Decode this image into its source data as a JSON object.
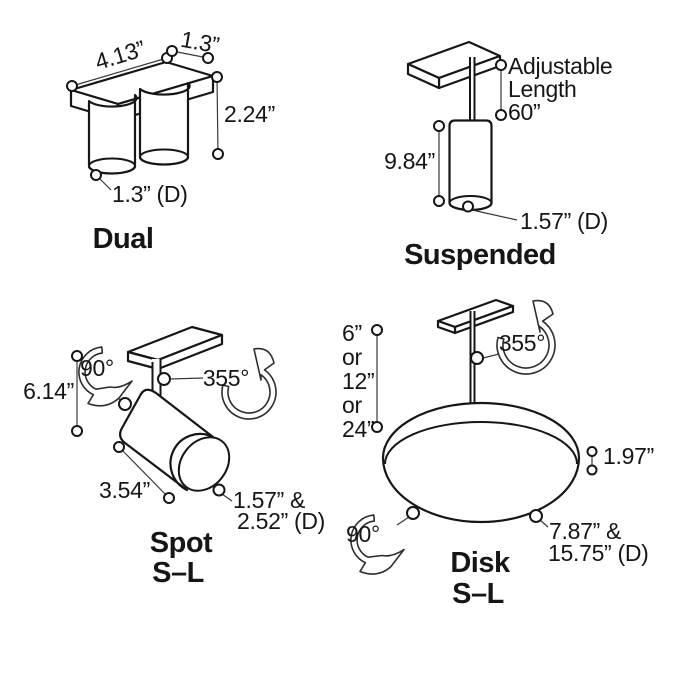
{
  "canvas": {
    "background": "#ffffff",
    "line_color": "#161616"
  },
  "diagrams": {
    "dual": {
      "title": "Dual",
      "dim_width": "4.13”",
      "dim_depth": "1.3”",
      "dim_height": "2.24”",
      "dim_diameter": "1.3” (D)"
    },
    "suspended": {
      "title": "Suspended",
      "adjustable": [
        "Adjustable",
        "Length",
        "60”"
      ],
      "dim_height": "9.84”",
      "dim_diameter": "1.57” (D)"
    },
    "spot": {
      "title": [
        "Spot",
        "S–L"
      ],
      "tilt_angle": "90°",
      "rotation_angle": "355°",
      "dim_height": "6.14”",
      "dim_length": "3.54”",
      "dim_diameter": [
        "1.57” &",
        "2.52” (D)"
      ]
    },
    "disk": {
      "title": [
        "Disk",
        "S–L"
      ],
      "drop_options": [
        "6”",
        "or",
        "12”",
        "or",
        "24”"
      ],
      "rotation_angle": "355°",
      "tilt_angle": "90°",
      "dim_thickness": "1.97”",
      "dim_diameter": [
        "7.87” &",
        "15.75” (D)"
      ]
    }
  }
}
